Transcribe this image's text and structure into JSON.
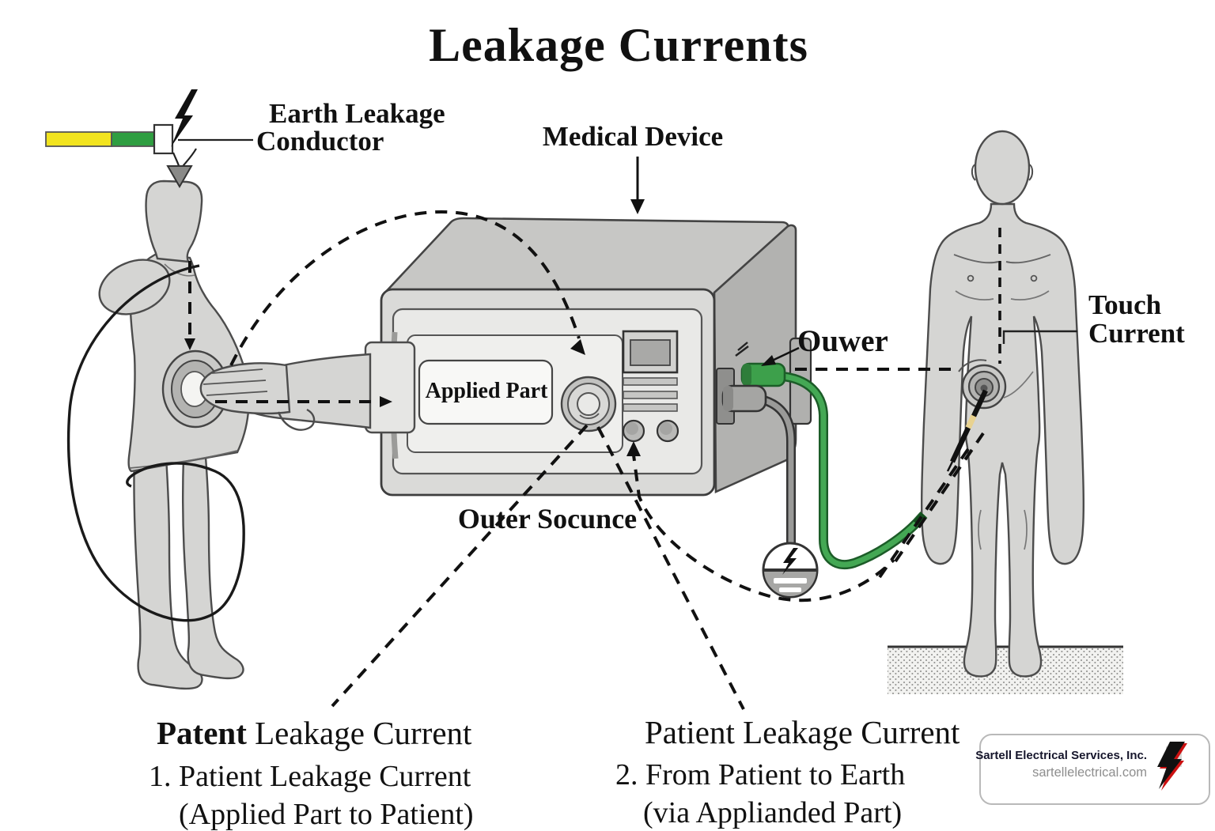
{
  "title": "Leakage Currents",
  "labels": {
    "earth_leakage_line1": "Earth Leakage",
    "earth_leakage_line2": "Conductor",
    "medical_device": "Medical Device",
    "applied_part": "Applied Part",
    "outer_source": "Outer Socunce",
    "power_port": "Ouwer",
    "touch_current_line1": "Touch",
    "touch_current_line2": "Current"
  },
  "bottom_left": {
    "heading_bold": "Patent",
    "heading_rest": " Leakage Current",
    "item": "1. Patient Leakage Current",
    "item_detail": "(Applied Part to Patient)"
  },
  "bottom_right": {
    "heading": "Patient Leakage Current",
    "item": "2. From Patient to Earth",
    "item_detail": "(via Applianded Part)"
  },
  "watermark": {
    "company": "Sartell Electrical Services, Inc.",
    "website": "sartellelectrical.com"
  },
  "icons": {
    "lightning_bolt": "lightning-bolt",
    "earth_ground": "earth-ground-symbol"
  },
  "colors": {
    "figure_gray": "#d5d5d3",
    "device_front": "#dadad8",
    "earth_wire_yellow": "#f2e41f",
    "earth_wire_green": "#2f9e41",
    "cable_green": "#3a9a4a",
    "cable_gray": "#9a9a98",
    "dashed_line": "#111111",
    "logo_red": "#cc1111"
  }
}
